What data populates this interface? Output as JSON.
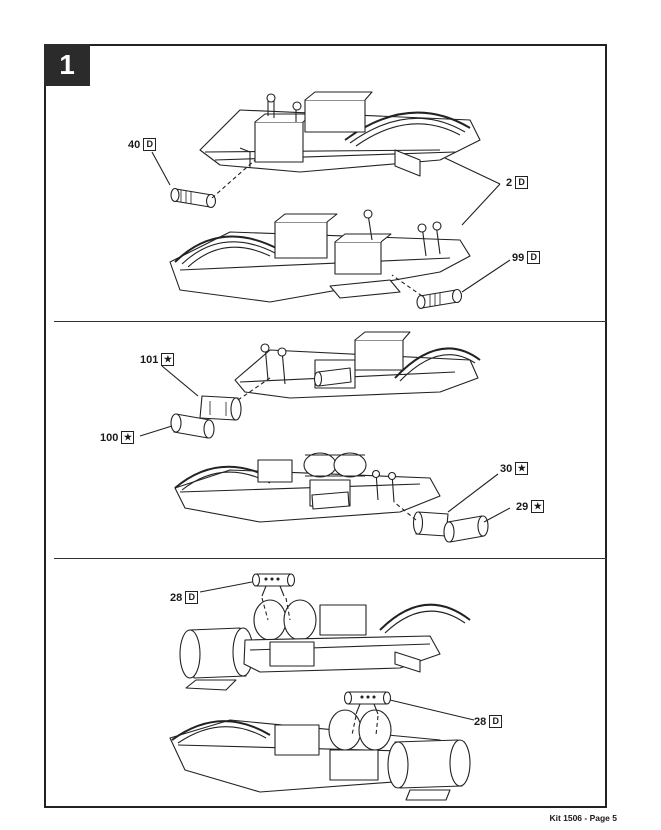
{
  "step": {
    "number": "1"
  },
  "callouts": [
    {
      "part": "40",
      "mark": "D"
    },
    {
      "part": "2",
      "mark": "D"
    },
    {
      "part": "99",
      "mark": "D"
    },
    {
      "part": "101",
      "mark": "★"
    },
    {
      "part": "100",
      "mark": "★"
    },
    {
      "part": "30",
      "mark": "★"
    },
    {
      "part": "29",
      "mark": "★"
    },
    {
      "part": "28",
      "mark": "D"
    },
    {
      "part": "28",
      "mark": "D"
    }
  ],
  "footer": {
    "text": "Kit 1506 - Page 5"
  }
}
